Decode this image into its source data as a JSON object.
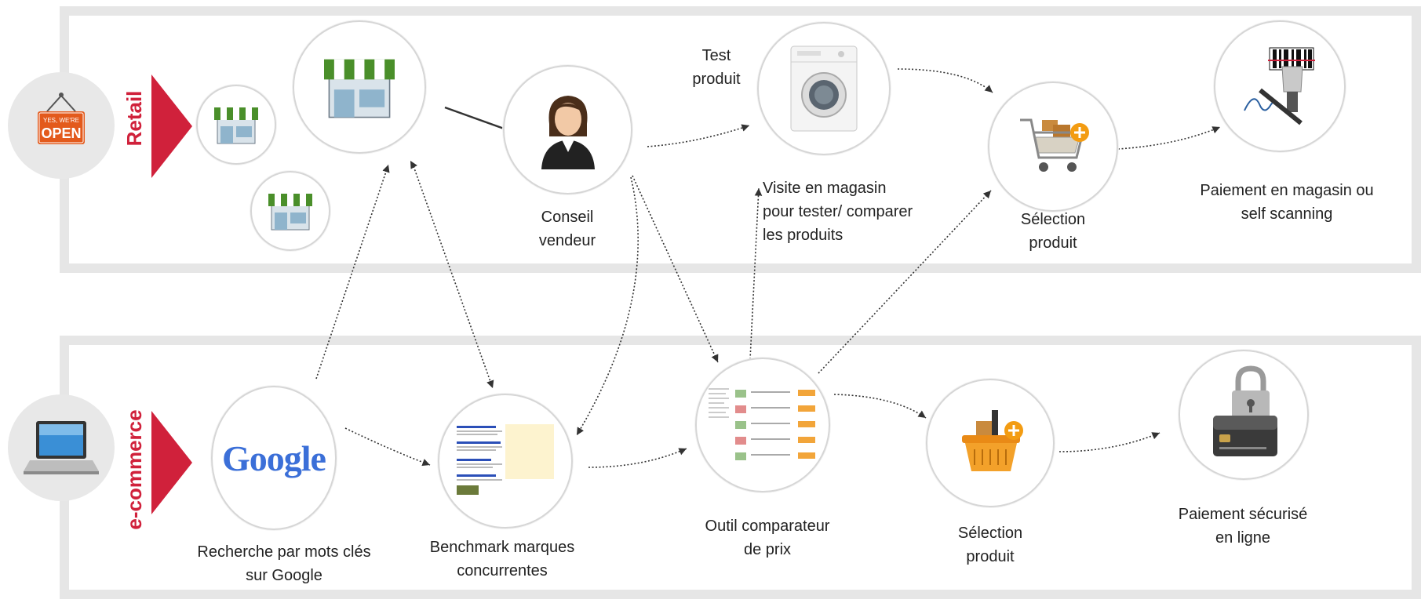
{
  "lanes": {
    "retail": {
      "label": "Retail",
      "icon": "open-sign-icon",
      "sign_text_top": "YES, WE'RE",
      "sign_text_main": "OPEN"
    },
    "ecommerce": {
      "label": "e-commerce",
      "icon": "laptop-icon"
    }
  },
  "colors": {
    "accent": "#d0213b",
    "band": "#e6e6e6",
    "node_border": "#d6d6d6",
    "store_green": "#4a8f2a"
  },
  "nodes": {
    "test_produit": "Test\nproduit",
    "conseil_vendeur": "Conseil\nvendeur",
    "visite_magasin": "Visite en magasin\npour tester/ comparer\nles produits",
    "selection_produit_retail": "Sélection\nproduit",
    "paiement_magasin": "Paiement en magasin ou\nself scanning",
    "recherche_google": "Recherche par mots clés\nsur Google",
    "google_logo": "Google",
    "benchmark": "Benchmark marques\nconcurrentes",
    "outil_comparateur": "Outil comparateur\nde prix",
    "selection_produit_ecom": "Sélection\nproduit",
    "paiement_securise": "Paiement sécurisé\nen ligne"
  }
}
